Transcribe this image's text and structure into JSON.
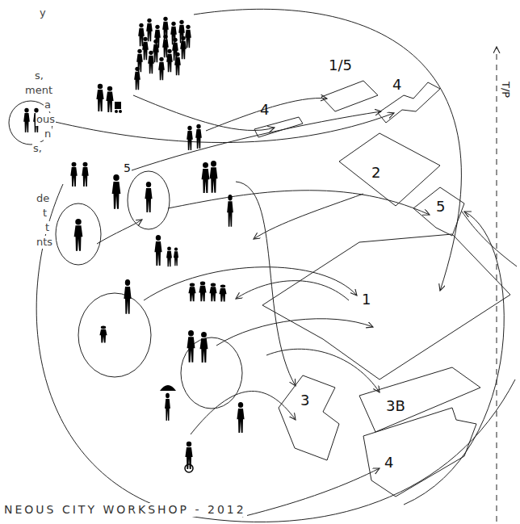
{
  "diagram": {
    "caption": "NEOUS CITY WORKSHOP - 2012",
    "nodes": [
      {
        "text": [
          "1/5"
        ]
      },
      {
        "text": [
          "4"
        ]
      },
      {
        "text": [
          "4"
        ]
      },
      {
        "text": [
          "2"
        ]
      },
      {
        "text": [
          "5"
        ]
      },
      {
        "text": [
          "1"
        ]
      },
      {
        "text": [
          "3"
        ]
      },
      {
        "text": [
          "3B"
        ]
      },
      {
        "text": [
          "4"
        ]
      }
    ],
    "labels": [
      "y",
      "s,",
      "ment",
      "a",
      "ous",
      "n",
      "s,",
      "de",
      "t",
      "t",
      "nts",
      "5",
      "T/P"
    ]
  }
}
